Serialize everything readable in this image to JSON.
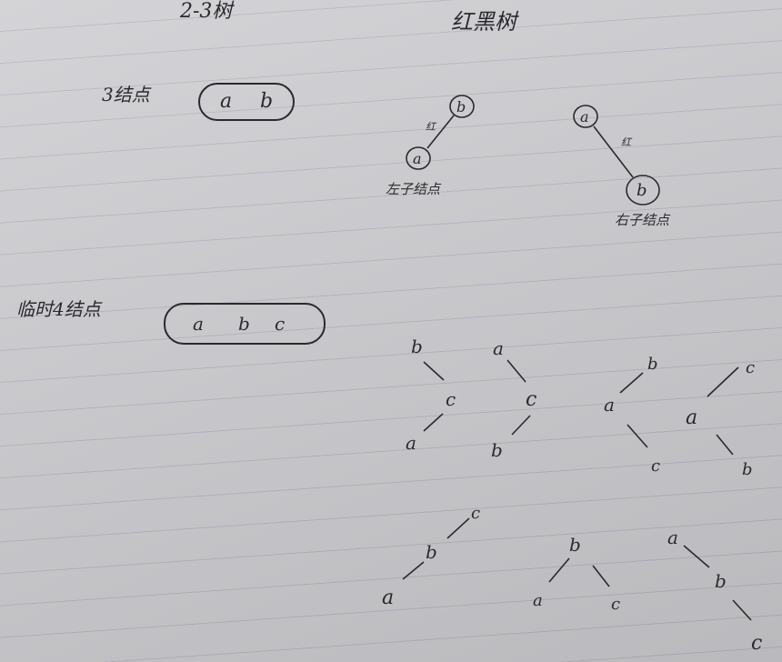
{
  "headings": {
    "two_three_tree": "2-3树",
    "red_black_tree": "红黑树"
  },
  "three_node": {
    "label": "3结点",
    "keys": [
      "a",
      "b"
    ]
  },
  "temp_four_node": {
    "label": "临时4结点",
    "keys": [
      "a",
      "b",
      "c"
    ]
  },
  "rb_left_lean": {
    "top": "b",
    "bottom": "a",
    "edge_mark": "红",
    "caption": "左子结点"
  },
  "rb_right_lean": {
    "top": "a",
    "bottom": "b",
    "edge_mark": "红",
    "caption": "右子结点"
  },
  "trees_row1": [
    {
      "top": "b",
      "mid": "c",
      "bottom": "a"
    },
    {
      "top": "a",
      "mid": "c",
      "bottom": "b"
    },
    {
      "top": "b",
      "mid": "a",
      "bottom": "c"
    },
    {
      "top": "c",
      "mid": "a",
      "bottom": "b"
    }
  ],
  "trees_row2": [
    {
      "top": "c",
      "mid": "b",
      "bottom": "a"
    },
    {
      "root": "b",
      "left": "a",
      "right": "c"
    },
    {
      "top": "a",
      "mid": "b",
      "bottom": "c"
    }
  ],
  "colors": {
    "ink": "#2a2a2e",
    "paper": "#cfcfd3"
  }
}
